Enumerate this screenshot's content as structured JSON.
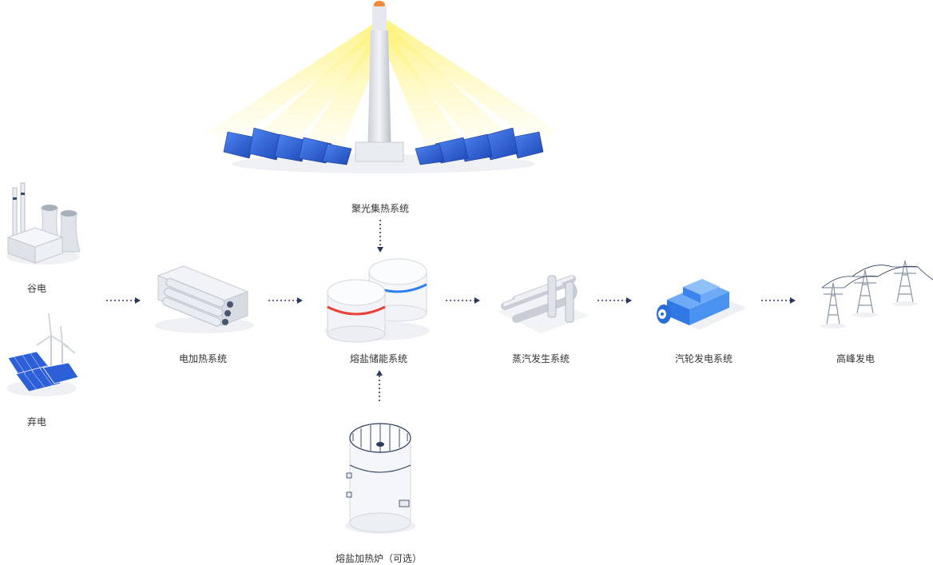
{
  "nodes": {
    "solar_tower": "聚光集热系统",
    "coal_power": "谷电",
    "renewable_power": "弃电",
    "electric_heater": "电加热系统",
    "molten_salt_storage": "熔盐储能系统",
    "steam_generator": "蒸汽发生系统",
    "turbine_generator": "汽轮发电系统",
    "peak_power": "高峰发电",
    "salt_furnace": "熔盐加热炉（可选）"
  },
  "colors": {
    "arrow": "#2b3a5c",
    "accent_blue": "#2f7ff0",
    "accent_red": "#e8413a",
    "sun_glow": "#fff59a",
    "solar_panel": "#2d5fd8",
    "generator": "#3b8df0"
  },
  "icons": {
    "solar_tower": "solar-tower-icon",
    "coal_power": "power-plant-icon",
    "renewable_power": "wind-solar-icon",
    "electric_heater": "heater-icon",
    "molten_salt_storage": "storage-tanks-icon",
    "steam_generator": "steam-pipes-icon",
    "turbine_generator": "turbine-icon",
    "peak_power": "power-tower-icon",
    "salt_furnace": "furnace-tank-icon"
  }
}
